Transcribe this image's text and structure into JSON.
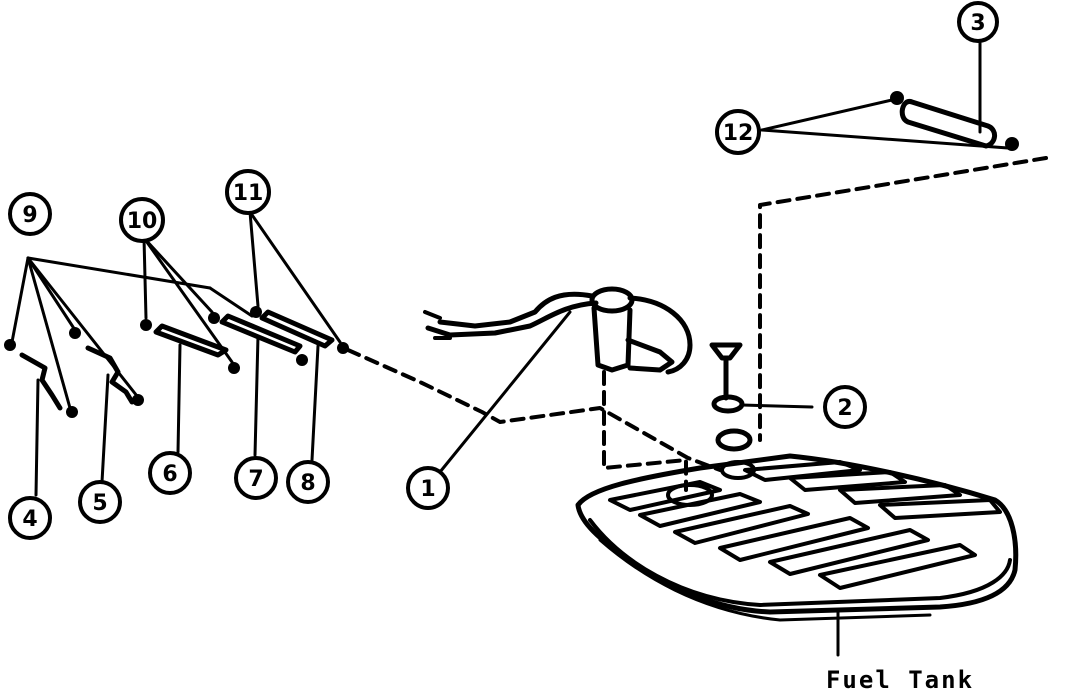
{
  "diagram": {
    "caption": "Fuel Tank",
    "callouts": [
      "1",
      "2",
      "3",
      "4",
      "5",
      "6",
      "7",
      "8",
      "9",
      "10",
      "11",
      "12"
    ]
  }
}
